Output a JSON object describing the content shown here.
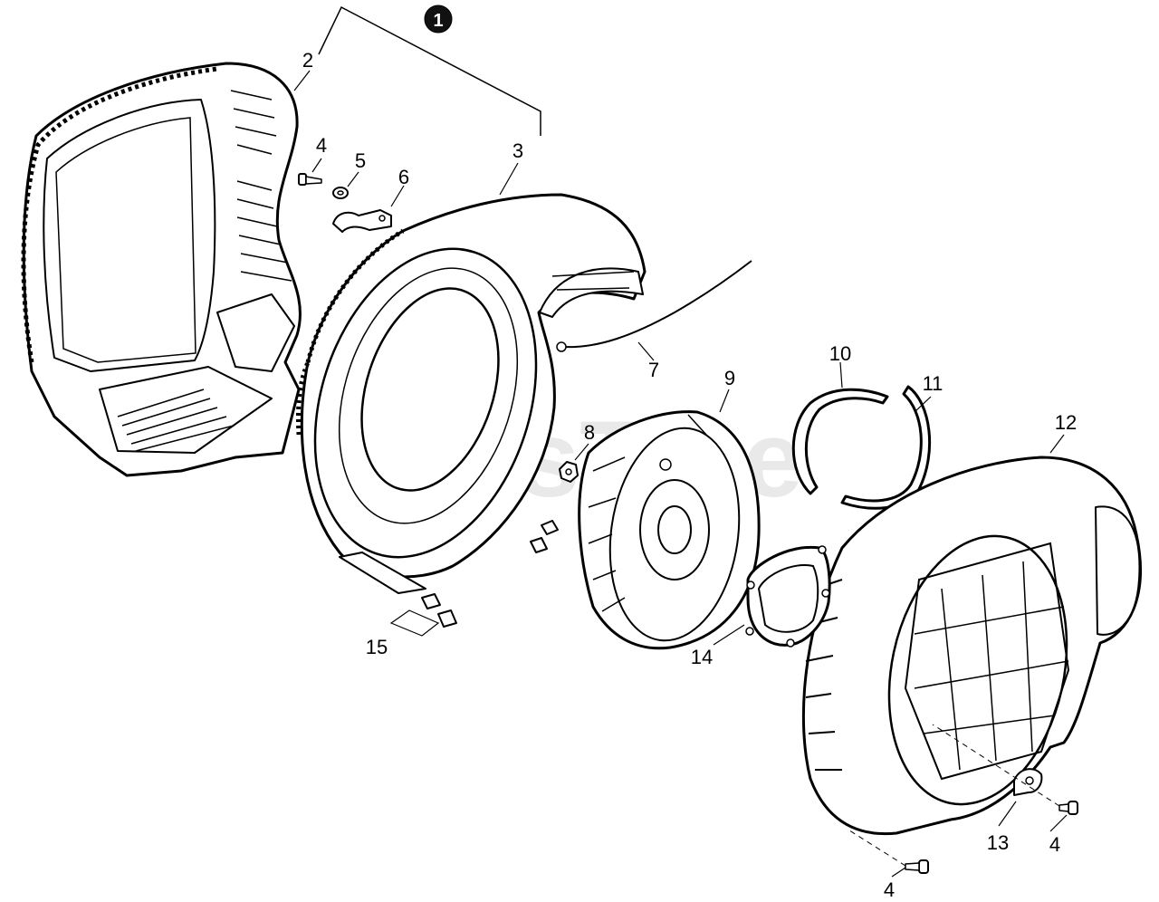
{
  "watermark": "PartsTree",
  "kit_marker": "1",
  "callouts": {
    "c2": "2",
    "c3": "3",
    "c4a": "4",
    "c5": "5",
    "c6": "6",
    "c7": "7",
    "c8": "8",
    "c9": "9",
    "c10": "10",
    "c11": "11",
    "c12": "12",
    "c13": "13",
    "c4b": "4",
    "c14": "14",
    "c15": "15",
    "c4c": "4"
  }
}
